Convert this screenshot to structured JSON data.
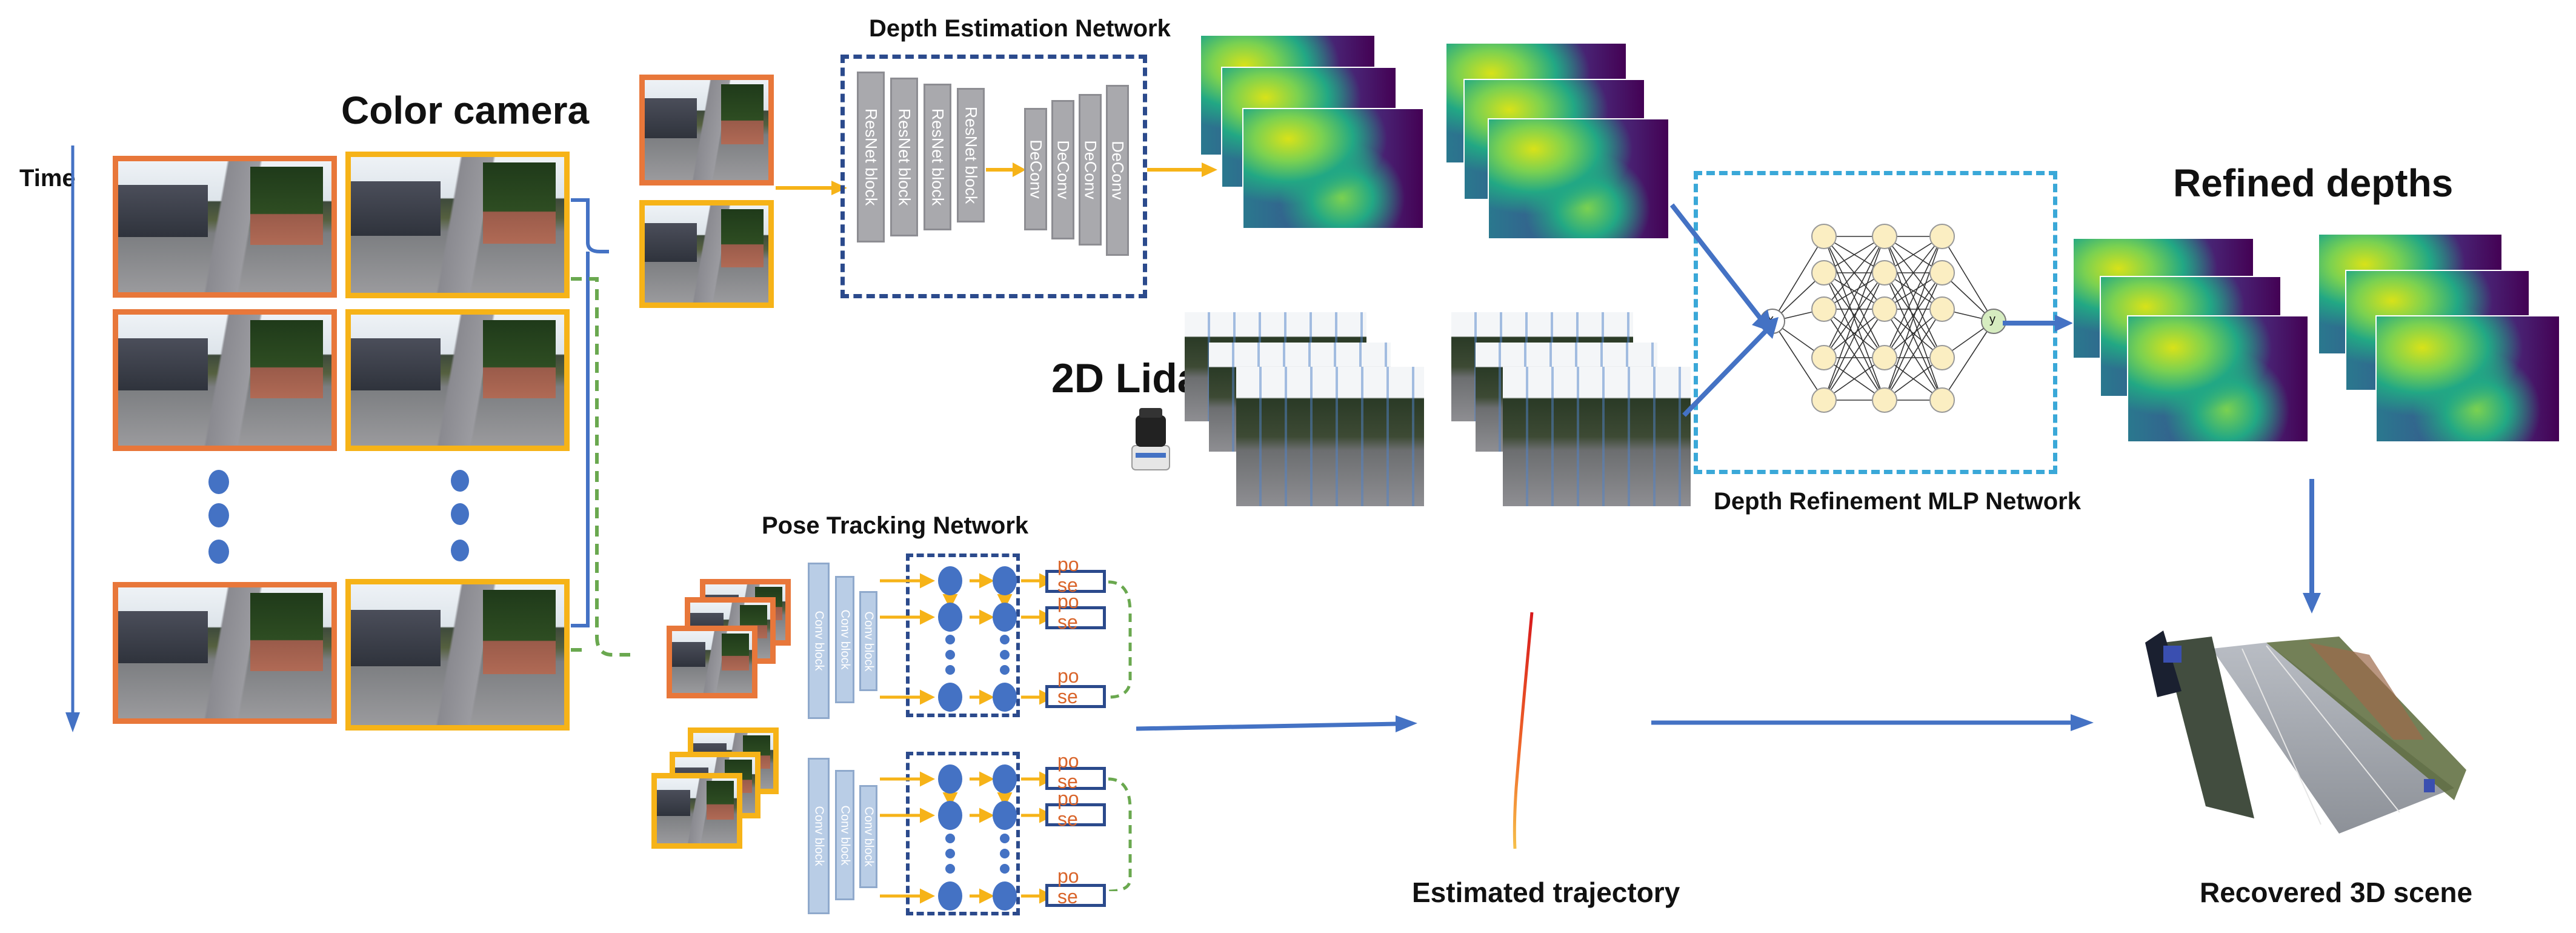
{
  "labels": {
    "time": "Time",
    "color_camera": "Color camera",
    "depth_net": "Depth Estimation Network",
    "lidar": "2D Lidar",
    "refined": "Refined depths",
    "mlp": "Depth Refinement MLP Network",
    "pose_net": "Pose Tracking Network",
    "trajectory": "Estimated trajectory",
    "scene3d": "Recovered 3D scene"
  },
  "depth_blocks": {
    "resnet": [
      "ResNet block",
      "ResNet block",
      "ResNet block",
      "ResNet block"
    ],
    "deconv": [
      "DeConv",
      "DeConv",
      "DeConv",
      "DeConv"
    ]
  },
  "pose_blocks": [
    "Conv block",
    "Conv block",
    "Conv block"
  ],
  "pose_outputs": [
    "po\nse",
    "po\nse",
    "po\nse"
  ],
  "mlp_nodes": {
    "input": "x",
    "output": "y"
  },
  "colors": {
    "orange": "#e8773a",
    "yellow": "#f6b318",
    "blue": "#4472c4",
    "navy": "#2b4a8c",
    "cyan": "#3aa8d8",
    "green": "#6aa84f"
  }
}
